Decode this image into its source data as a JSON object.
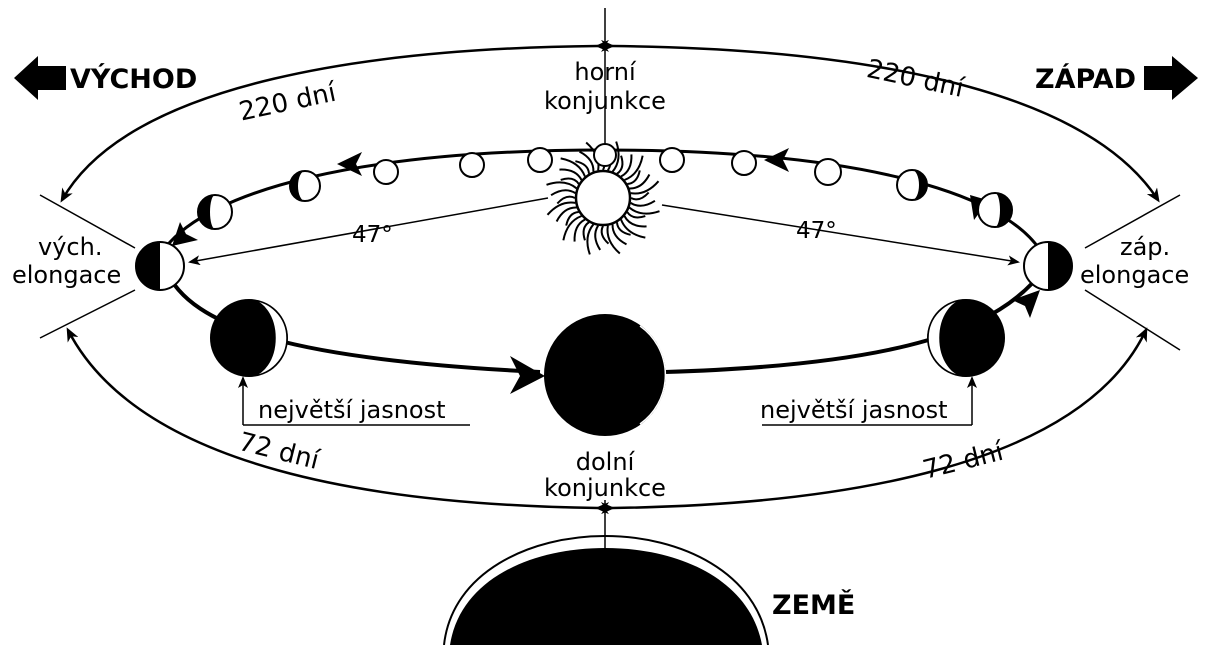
{
  "directions": {
    "east": "VÝCHOD",
    "west": "ZÁPAD"
  },
  "superior_conjunction": {
    "line1": "horní",
    "line2": "konjunkce"
  },
  "inferior_conjunction": {
    "line1": "dolní",
    "line2": "konjunkce"
  },
  "east_elongation": {
    "line1": "vých.",
    "line2": "elongace"
  },
  "west_elongation": {
    "line1": "záp.",
    "line2": "elongace"
  },
  "elongation_angle_left": "47°",
  "elongation_angle_right": "47°",
  "days_upper_left": "220 dní",
  "days_upper_right": "220 dní",
  "days_lower_left": "72 dní",
  "days_lower_right": "72 dní",
  "greatest_brightness_left": "největší jasnost",
  "greatest_brightness_right": "největší jasnost",
  "earth_label": "ZEMĚ"
}
